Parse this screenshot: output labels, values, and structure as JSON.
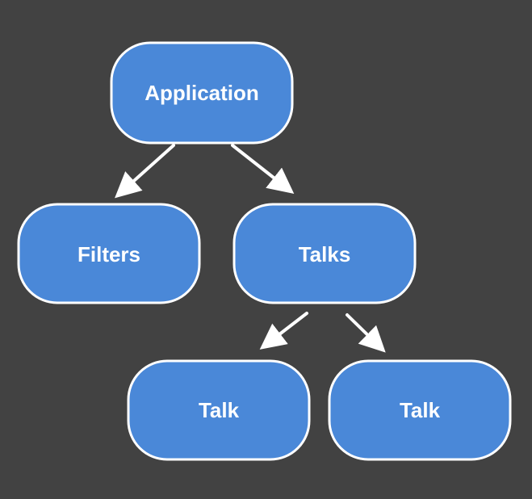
{
  "colors": {
    "background": "#424242",
    "node_fill": "#4a88d8",
    "node_border": "#ffffff",
    "edge": "#ffffff",
    "text": "#ffffff"
  },
  "nodes": [
    {
      "id": "application",
      "label": "Application"
    },
    {
      "id": "filters",
      "label": "Filters"
    },
    {
      "id": "talks",
      "label": "Talks"
    },
    {
      "id": "talk-1",
      "label": "Talk"
    },
    {
      "id": "talk-2",
      "label": "Talk"
    }
  ],
  "edges": [
    {
      "from": "application",
      "to": "filters"
    },
    {
      "from": "application",
      "to": "talks"
    },
    {
      "from": "talks",
      "to": "talk-1"
    },
    {
      "from": "talks",
      "to": "talk-2"
    }
  ]
}
